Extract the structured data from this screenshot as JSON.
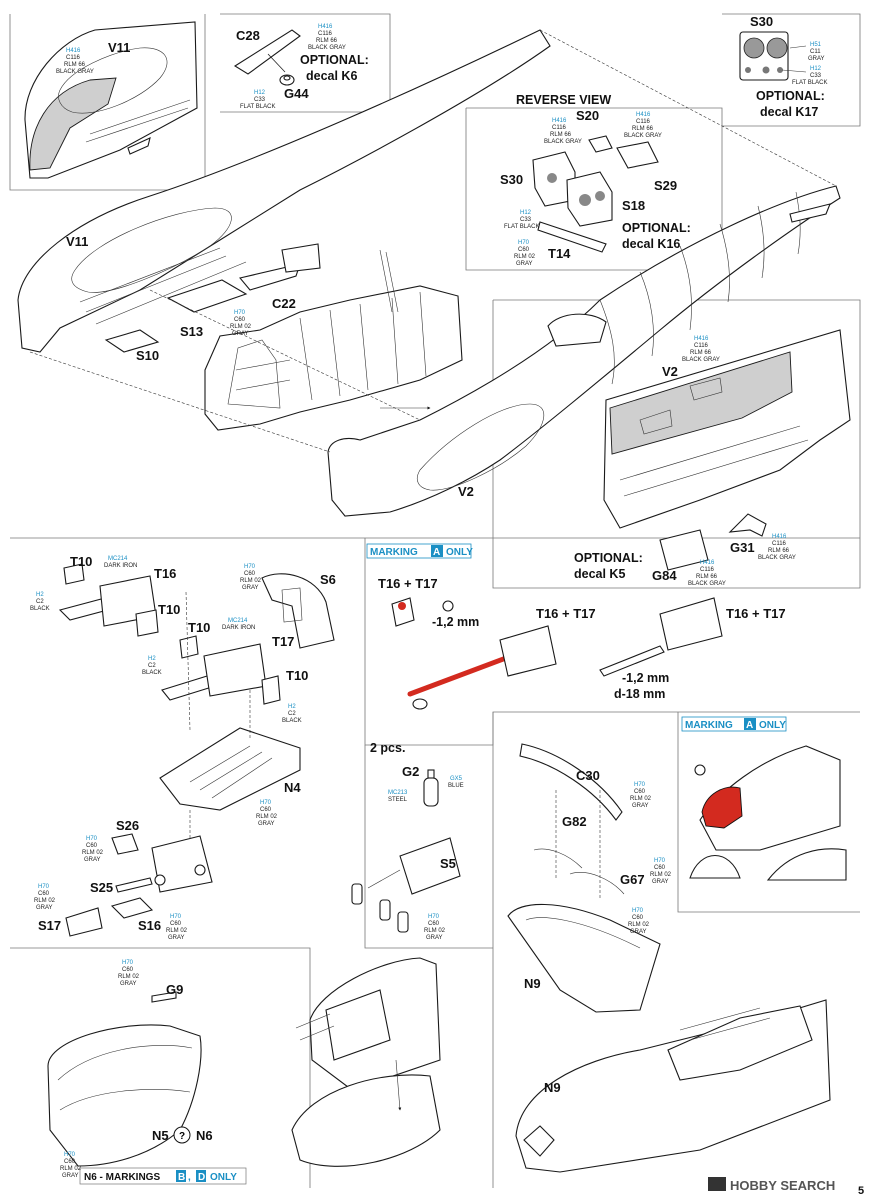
{
  "parts": {
    "v11_top": "V11",
    "c28": "C28",
    "g44": "G44",
    "s30_top": "S30",
    "v11_main": "V11",
    "s13": "S13",
    "c22": "C22",
    "s10": "S10",
    "s20": "S20",
    "s30": "S30",
    "s18": "S18",
    "s29": "S29",
    "t14": "T14",
    "v2_main": "V2",
    "v2_inset": "V2",
    "g84": "G84",
    "g31": "G31",
    "t10_a": "T10",
    "t16": "T16",
    "t10_b": "T10",
    "t10_c": "T10",
    "t17": "T17",
    "t10_d": "T10",
    "s6": "S6",
    "n4": "N4",
    "s26": "S26",
    "s25": "S25",
    "s17": "S17",
    "s16": "S16",
    "t16_t17_a": "T16 + T17",
    "t16_t17_b": "T16 + T17",
    "t16_t17_c": "T16 + T17",
    "g2": "G2",
    "s5": "S5",
    "c30": "C30",
    "g82": "G82",
    "g67": "G67",
    "n9_a": "N9",
    "n9_b": "N9",
    "g9": "G9",
    "n5": "N5",
    "n6": "N6"
  },
  "notes": {
    "optional_k6_l1": "OPTIONAL:",
    "optional_k6_l2": "decal K6",
    "optional_k17_l1": "OPTIONAL:",
    "optional_k17_l2": "decal K17",
    "optional_k16_l1": "OPTIONAL:",
    "optional_k16_l2": "decal K16",
    "optional_k5_l1": "OPTIONAL:",
    "optional_k5_l2": "decal K5",
    "reverse_view": "REVERSE VIEW",
    "drill_a": "-1,2 mm",
    "drill_b": "-1,2 mm",
    "drill_depth": "d-18 mm",
    "two_pcs": "2 pcs.",
    "marking_word": "MARKING",
    "marking_letter": "A",
    "only_word": "ONLY",
    "n6_prefix": "N6 - MARKINGS",
    "n6_b": "B",
    "n6_d": "D",
    "n6_only": "ONLY",
    "page_number": "5"
  },
  "colors": {
    "h416": [
      "H416",
      "C116",
      "RLM 66",
      "BLACK GRAY"
    ],
    "h12": [
      "H12",
      "C33",
      "FLAT BLACK"
    ],
    "h70": [
      "H70",
      "C60",
      "RLM 02",
      "GRAY"
    ],
    "h2": [
      "H2",
      "C2",
      "BLACK"
    ],
    "mc214": [
      "MC214",
      "DARK IRON"
    ],
    "h51": [
      "H51",
      "C11",
      "GRAY"
    ],
    "gx5": [
      "GX5",
      "BLUE"
    ],
    "mc213": [
      "MC213",
      "STEEL"
    ]
  },
  "watermark": {
    "brand": "HOBBY SEARCH"
  },
  "style": {
    "accent": "#1a8fc4",
    "highlight": "#d32a1f",
    "shade": "#cfcfcf"
  }
}
